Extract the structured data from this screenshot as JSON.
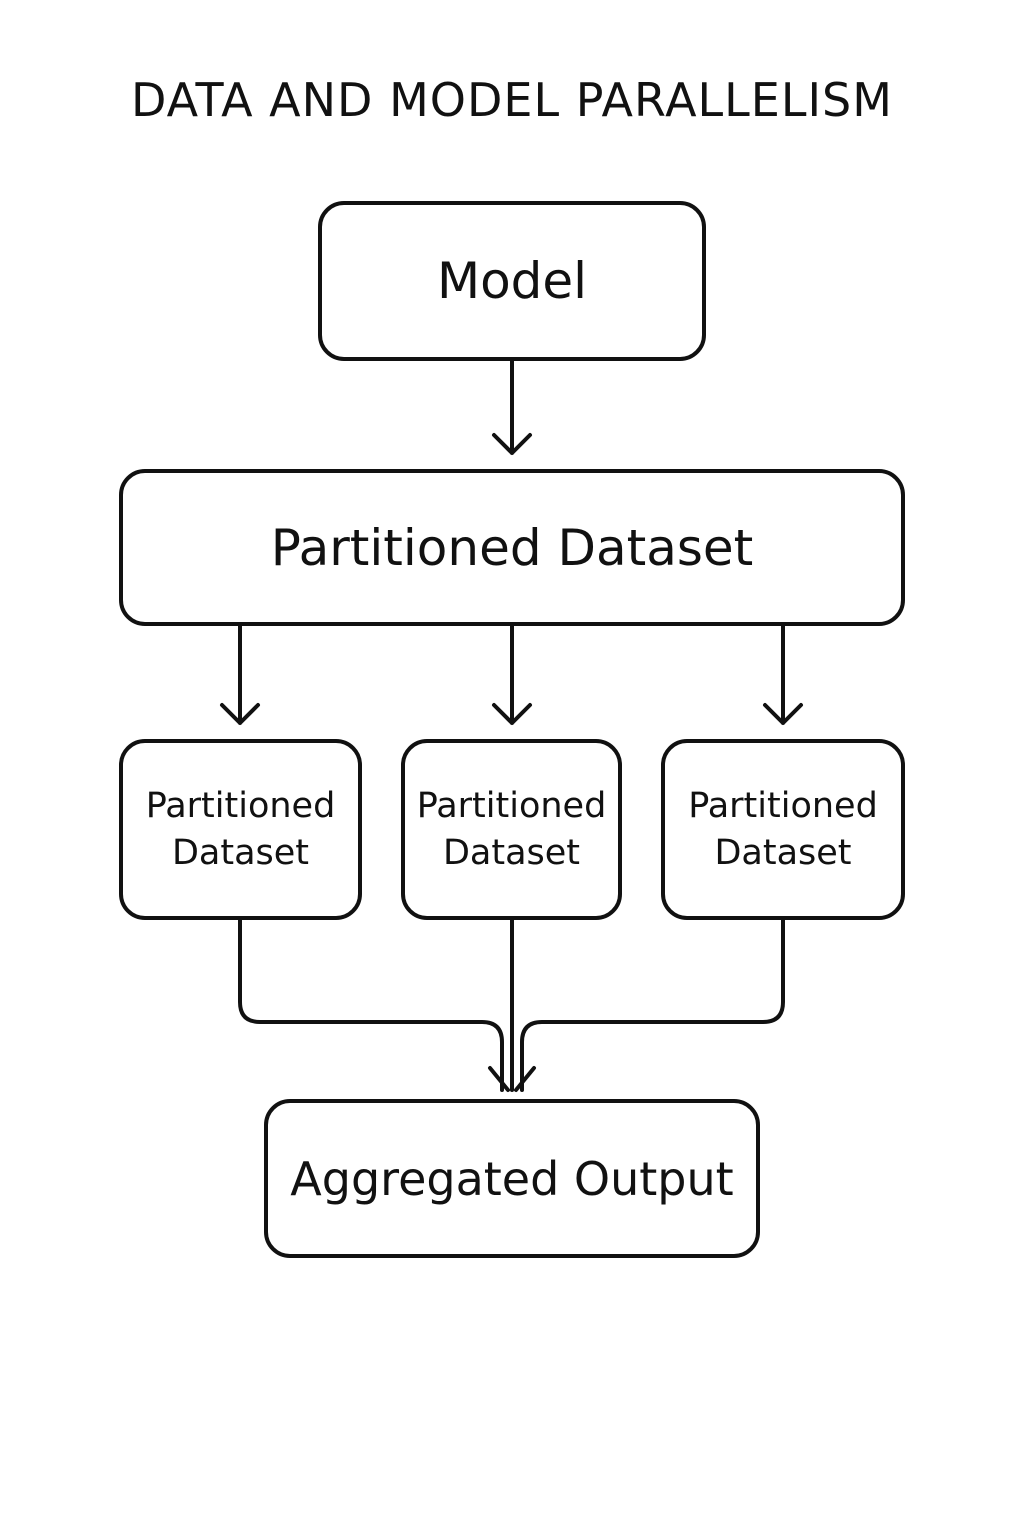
{
  "diagram": {
    "title": "DATA AND MODEL PARALLELISM",
    "nodes": {
      "model": "Model",
      "partitioned_main": "Partitioned Dataset",
      "partitions": [
        {
          "line1": "Partitioned",
          "line2": "Dataset"
        },
        {
          "line1": "Partitioned",
          "line2": "Dataset"
        },
        {
          "line1": "Partitioned",
          "line2": "Dataset"
        }
      ],
      "output": "Aggregated Output"
    },
    "colors": {
      "stroke": "#111111",
      "background": "#ffffff"
    }
  }
}
